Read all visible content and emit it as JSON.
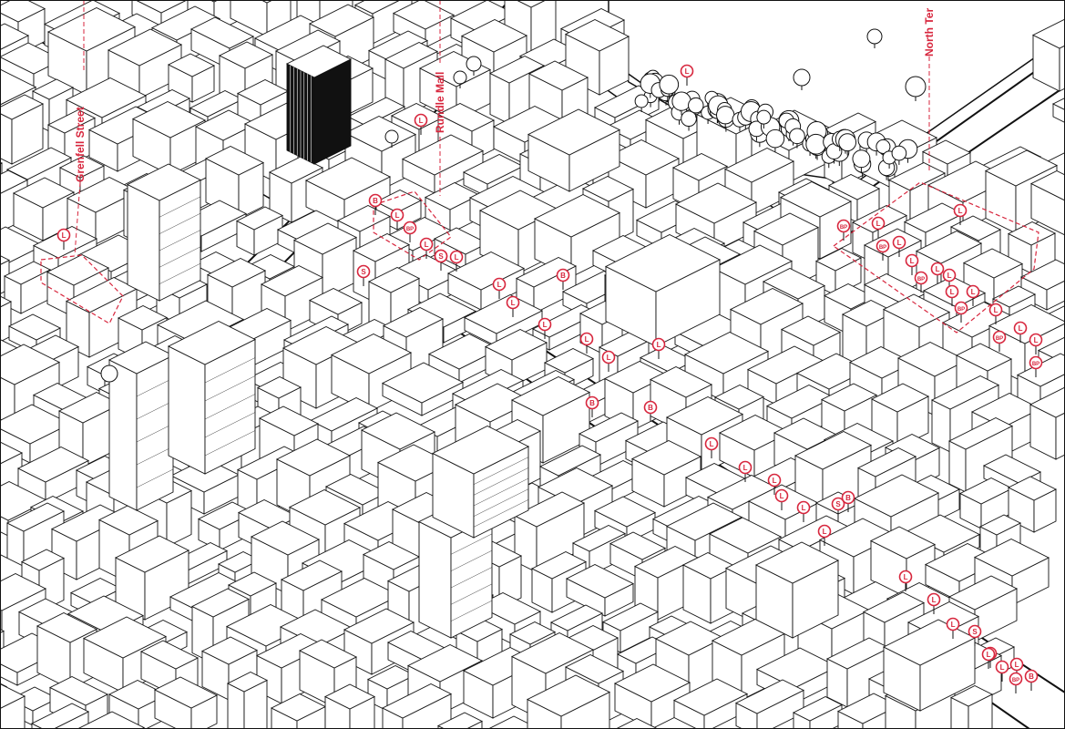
{
  "map": {
    "accent_color": "#d7263d",
    "ink_color": "#111111",
    "background_color": "#ffffff",
    "style": "isometric black-and-white line drawing of a city centre",
    "streets": [
      {
        "id": "grenfell",
        "label": "Grenfell Street"
      },
      {
        "id": "rundle",
        "label": "Rundle Mall"
      },
      {
        "id": "north-terrace",
        "label": "North Ter"
      }
    ],
    "markers": [
      {
        "code": "L"
      },
      {
        "code": "L"
      },
      {
        "code": "B"
      },
      {
        "code": "L"
      },
      {
        "code": "BP"
      },
      {
        "code": "L"
      },
      {
        "code": "S"
      },
      {
        "code": "L"
      },
      {
        "code": "S"
      },
      {
        "code": "L"
      },
      {
        "code": "L"
      },
      {
        "code": "B"
      },
      {
        "code": "L"
      },
      {
        "code": "L"
      },
      {
        "code": "L"
      },
      {
        "code": "L"
      },
      {
        "code": "B"
      },
      {
        "code": "B"
      },
      {
        "code": "L"
      },
      {
        "code": "L"
      },
      {
        "code": "L"
      },
      {
        "code": "L"
      },
      {
        "code": "L"
      },
      {
        "code": "L"
      },
      {
        "code": "L"
      },
      {
        "code": "S"
      },
      {
        "code": "B"
      },
      {
        "code": "L"
      },
      {
        "code": "BP"
      },
      {
        "code": "L"
      },
      {
        "code": "BP"
      },
      {
        "code": "L"
      },
      {
        "code": "L"
      },
      {
        "code": "BP"
      },
      {
        "code": "L"
      },
      {
        "code": "L"
      },
      {
        "code": "L"
      },
      {
        "code": "L"
      },
      {
        "code": "BP"
      },
      {
        "code": "L"
      },
      {
        "code": "L"
      },
      {
        "code": "L"
      },
      {
        "code": "BP"
      },
      {
        "code": "L"
      },
      {
        "code": "BP"
      },
      {
        "code": "L"
      },
      {
        "code": "L"
      },
      {
        "code": "L"
      },
      {
        "code": "S"
      },
      {
        "code": "L"
      },
      {
        "code": "L"
      },
      {
        "code": "BP"
      },
      {
        "code": "L"
      },
      {
        "code": "B"
      },
      {
        "code": "S"
      }
    ]
  }
}
